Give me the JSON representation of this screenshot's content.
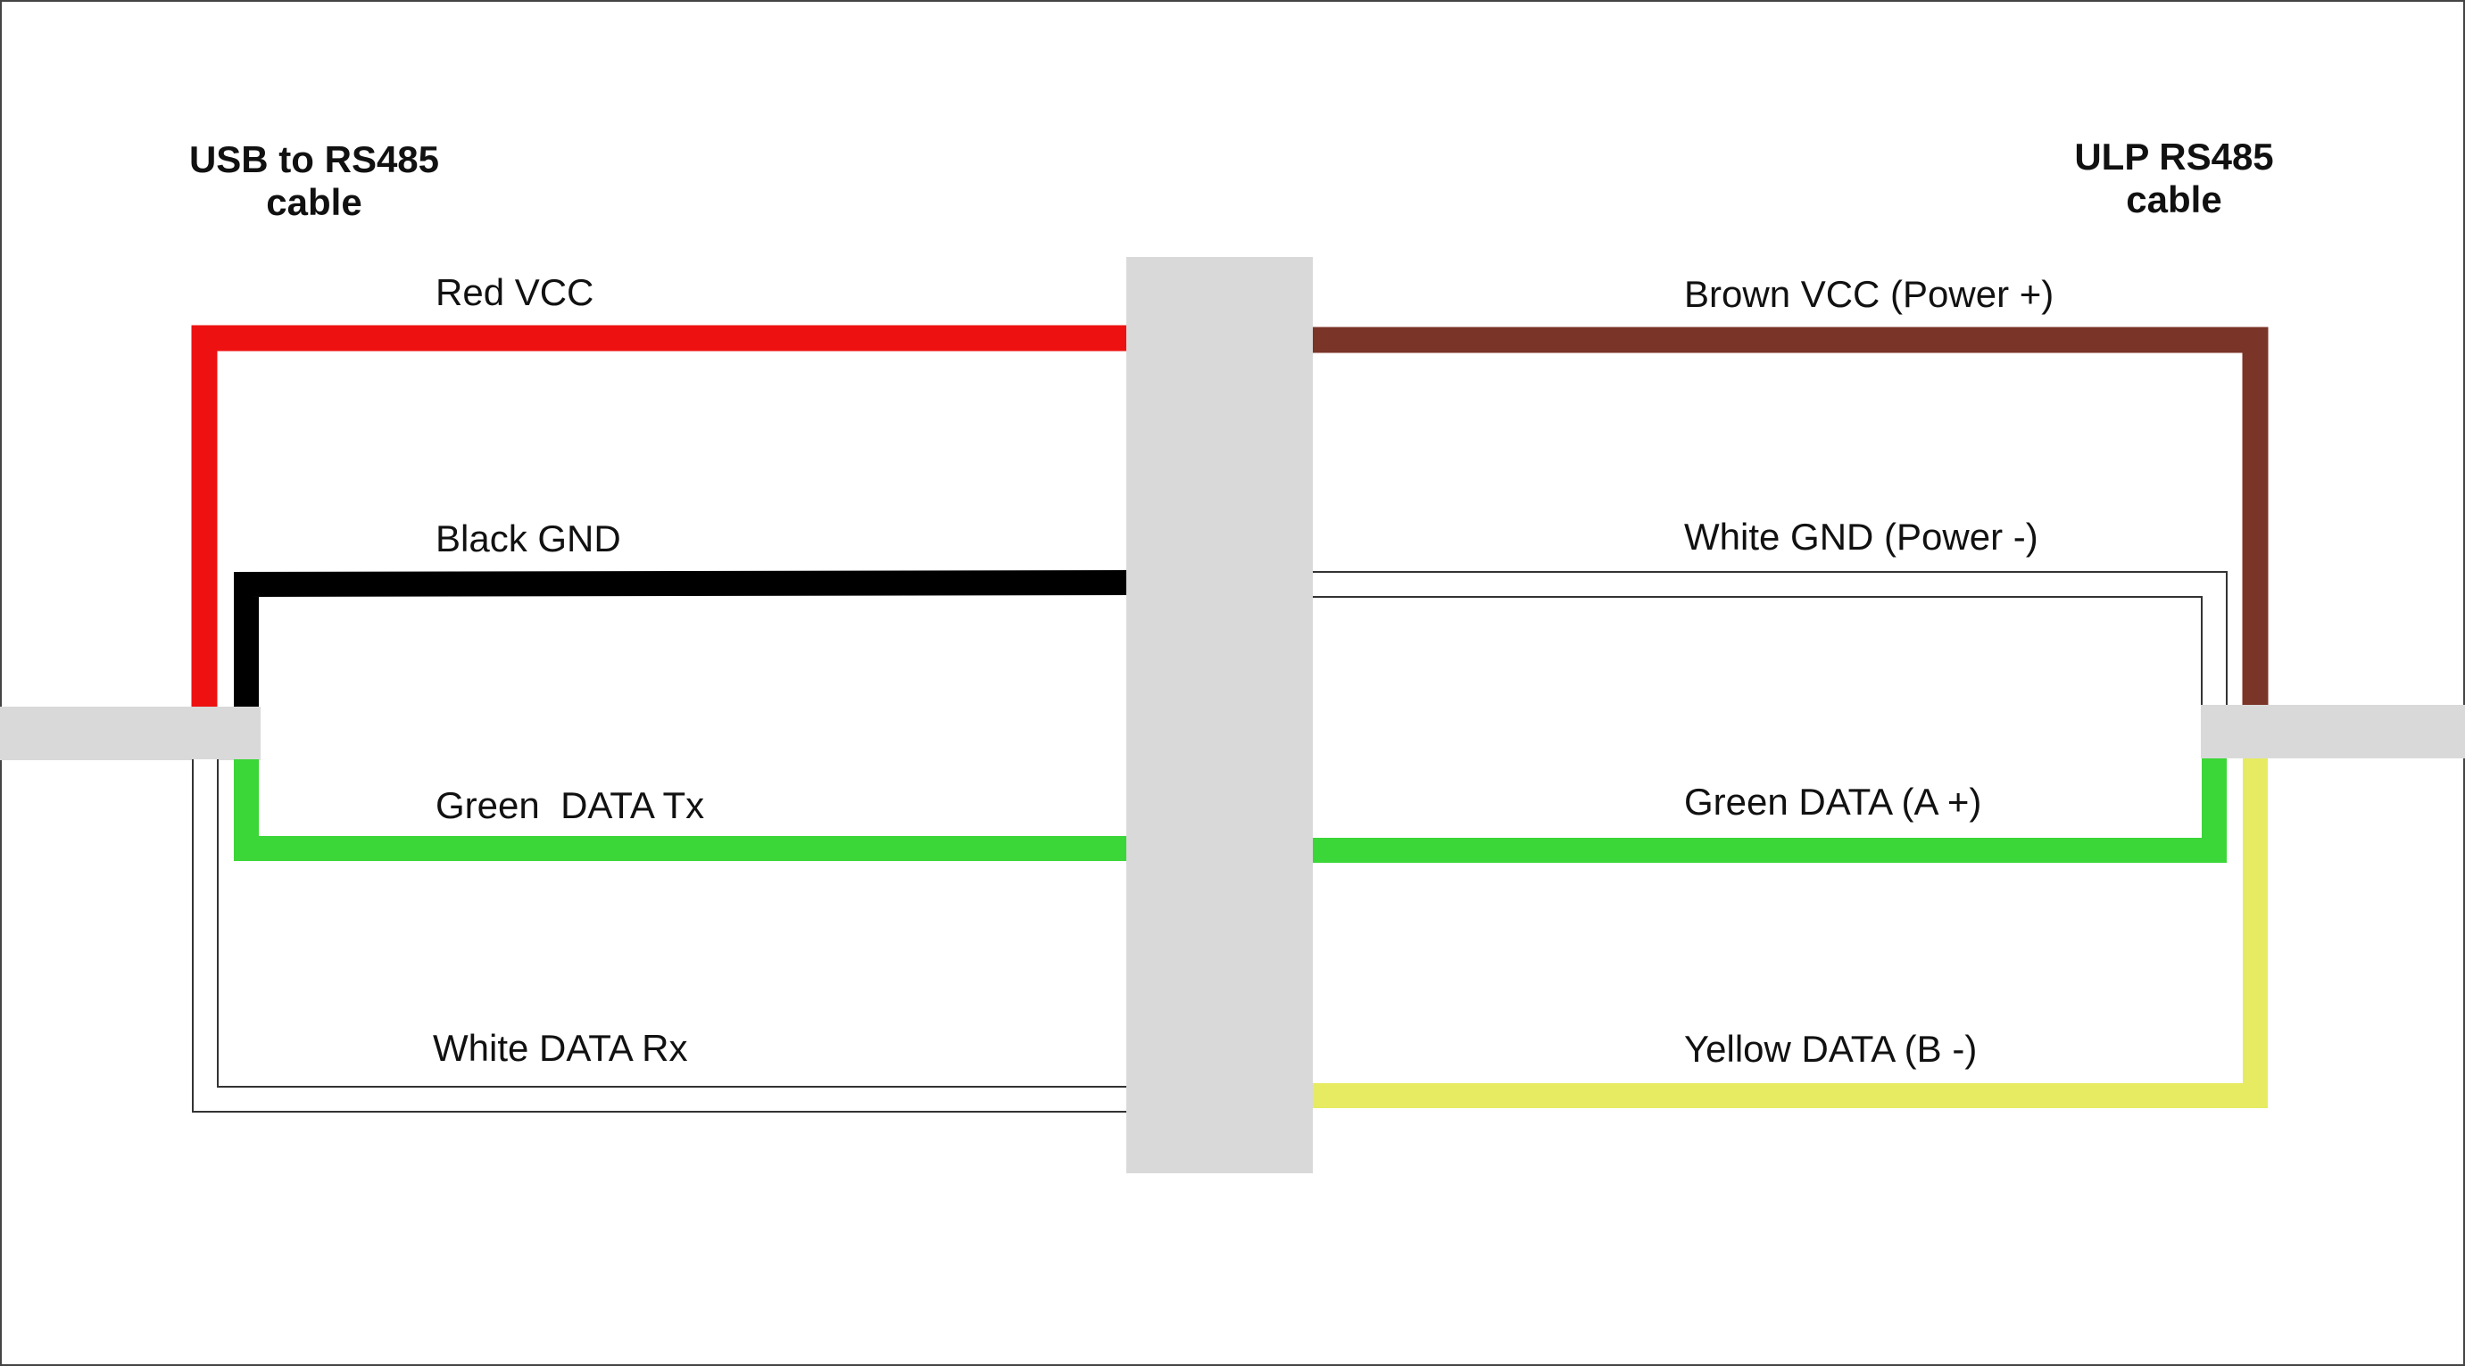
{
  "left_cable": {
    "title_line1": "USB to RS485",
    "title_line2": "cable"
  },
  "right_cable": {
    "title_line1": "ULP RS485",
    "title_line2": "cable"
  },
  "left_wires": [
    {
      "label": "Red VCC",
      "color": "#ee1111"
    },
    {
      "label": "Black GND",
      "color": "#000000"
    },
    {
      "label": "Green  DATA Tx",
      "color": "#3bd637"
    },
    {
      "label": "White DATA Rx",
      "color": "#ffffff"
    }
  ],
  "right_wires": [
    {
      "label": "Brown VCC (Power +)",
      "color": "#7b3428"
    },
    {
      "label": "White GND (Power -)",
      "color": "#ffffff"
    },
    {
      "label": "Green DATA (A +)",
      "color": "#3bd637"
    },
    {
      "label": "Yellow DATA (B -)",
      "color": "#e6eb62"
    }
  ],
  "connector_color": "#d9d9d9",
  "cable_jacket_color": "#d9d9d9"
}
